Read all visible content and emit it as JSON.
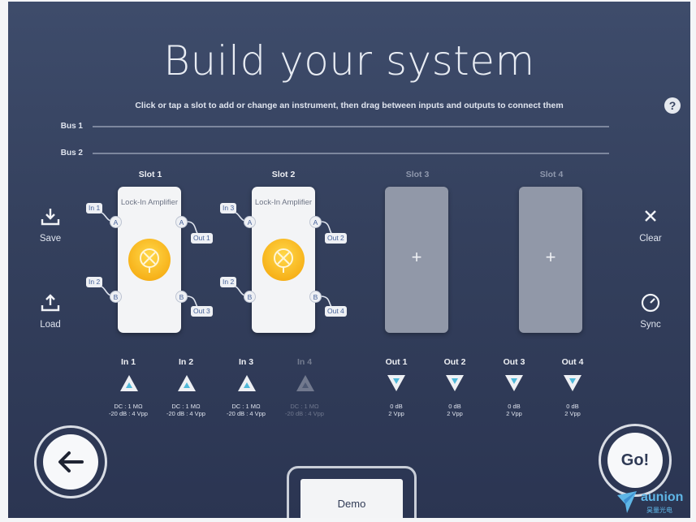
{
  "title": "Build your system",
  "instructions": "Click or tap a slot to add or change an instrument, then drag between inputs and outputs to connect them",
  "help_label": "?",
  "buses": [
    "Bus 1",
    "Bus 2"
  ],
  "slots": [
    {
      "title": "Slot 1",
      "instrument": "Lock-In Amplifier",
      "in_top": "In 1",
      "in_bottom": "In 2",
      "out_top": "Out 1",
      "out_bottom": "Out 3",
      "port_a": "A",
      "port_b": "B"
    },
    {
      "title": "Slot 2",
      "instrument": "Lock-In Amplifier",
      "in_top": "In 3",
      "in_bottom": "In 2",
      "out_top": "Out 2",
      "out_bottom": "Out 4",
      "port_a": "A",
      "port_b": "B"
    },
    {
      "title": "Slot 3",
      "empty_symbol": "+"
    },
    {
      "title": "Slot 4",
      "empty_symbol": "+"
    }
  ],
  "sidebar": {
    "save": "Save",
    "load": "Load",
    "clear": "Clear",
    "sync": "Sync"
  },
  "inputs": [
    {
      "label": "In 1",
      "spec1": "DC : 1 MΩ",
      "spec2": "-20 dB : 4 Vpp",
      "enabled": true
    },
    {
      "label": "In 2",
      "spec1": "DC : 1 MΩ",
      "spec2": "-20 dB : 4 Vpp",
      "enabled": true
    },
    {
      "label": "In 3",
      "spec1": "DC : 1 MΩ",
      "spec2": "-20 dB : 4 Vpp",
      "enabled": true
    },
    {
      "label": "In 4",
      "spec1": "DC : 1 MΩ",
      "spec2": "-20 dB : 4 Vpp",
      "enabled": false
    }
  ],
  "outputs": [
    {
      "label": "Out 1",
      "spec1": "0 dB",
      "spec2": "2 Vpp"
    },
    {
      "label": "Out 2",
      "spec1": "0 dB",
      "spec2": "2 Vpp"
    },
    {
      "label": "Out 3",
      "spec1": "0 dB",
      "spec2": "2 Vpp"
    },
    {
      "label": "Out 4",
      "spec1": "0 dB",
      "spec2": "2 Vpp"
    }
  ],
  "go_label": "Go!",
  "demo_label": "Demo",
  "watermark": {
    "brand": "aunion",
    "sub": "昊量光电"
  },
  "colors": {
    "background": "#34405d",
    "accent_teal": "#4fb8d8",
    "lens_yellow": "#f7b21a",
    "text_light": "#dfe4ee"
  }
}
